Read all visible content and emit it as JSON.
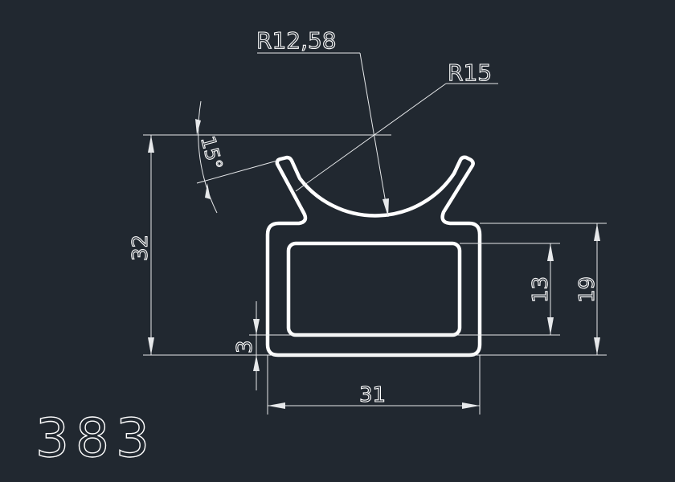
{
  "drawing": {
    "part_number": "383",
    "dimensions": {
      "overall_height": "32",
      "outer_body_height": "19",
      "inner_cavity_height": "13",
      "wall_thickness": "3",
      "width": "31",
      "radius_inner_arc": "R12,58",
      "radius_outer_arc": "R15",
      "angle": "15°"
    },
    "colors": {
      "background": "#212830",
      "lines": "#ffffff"
    }
  }
}
